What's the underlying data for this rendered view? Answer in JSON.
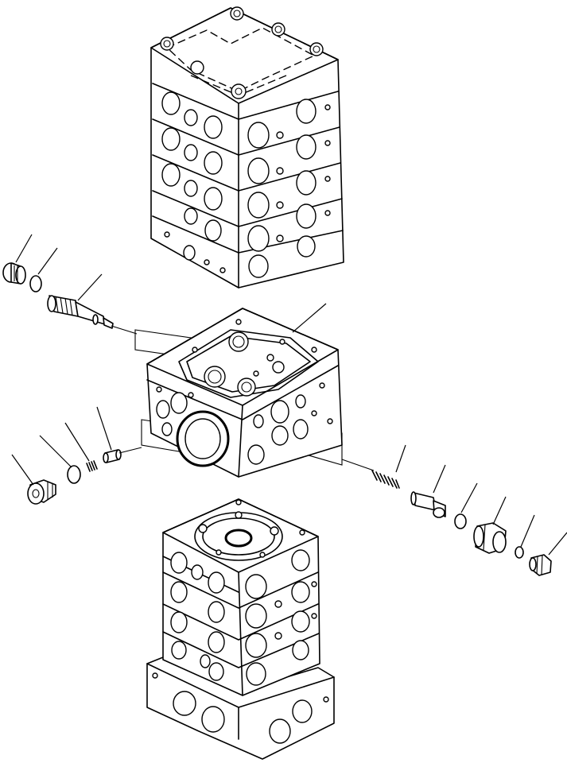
{
  "diagram": {
    "parts": [
      {
        "id": "cap-left-top"
      },
      {
        "id": "o-ring-left-top"
      },
      {
        "id": "spool-left"
      },
      {
        "id": "valve-section"
      },
      {
        "id": "plug-left-bottom"
      },
      {
        "id": "o-ring-left-bottom"
      },
      {
        "id": "spring-left"
      },
      {
        "id": "poppet-left"
      },
      {
        "id": "spring-right"
      },
      {
        "id": "poppet-right"
      },
      {
        "id": "o-ring-right-1"
      },
      {
        "id": "plug-right"
      },
      {
        "id": "o-ring-right-2"
      },
      {
        "id": "plug-right-small"
      }
    ]
  }
}
